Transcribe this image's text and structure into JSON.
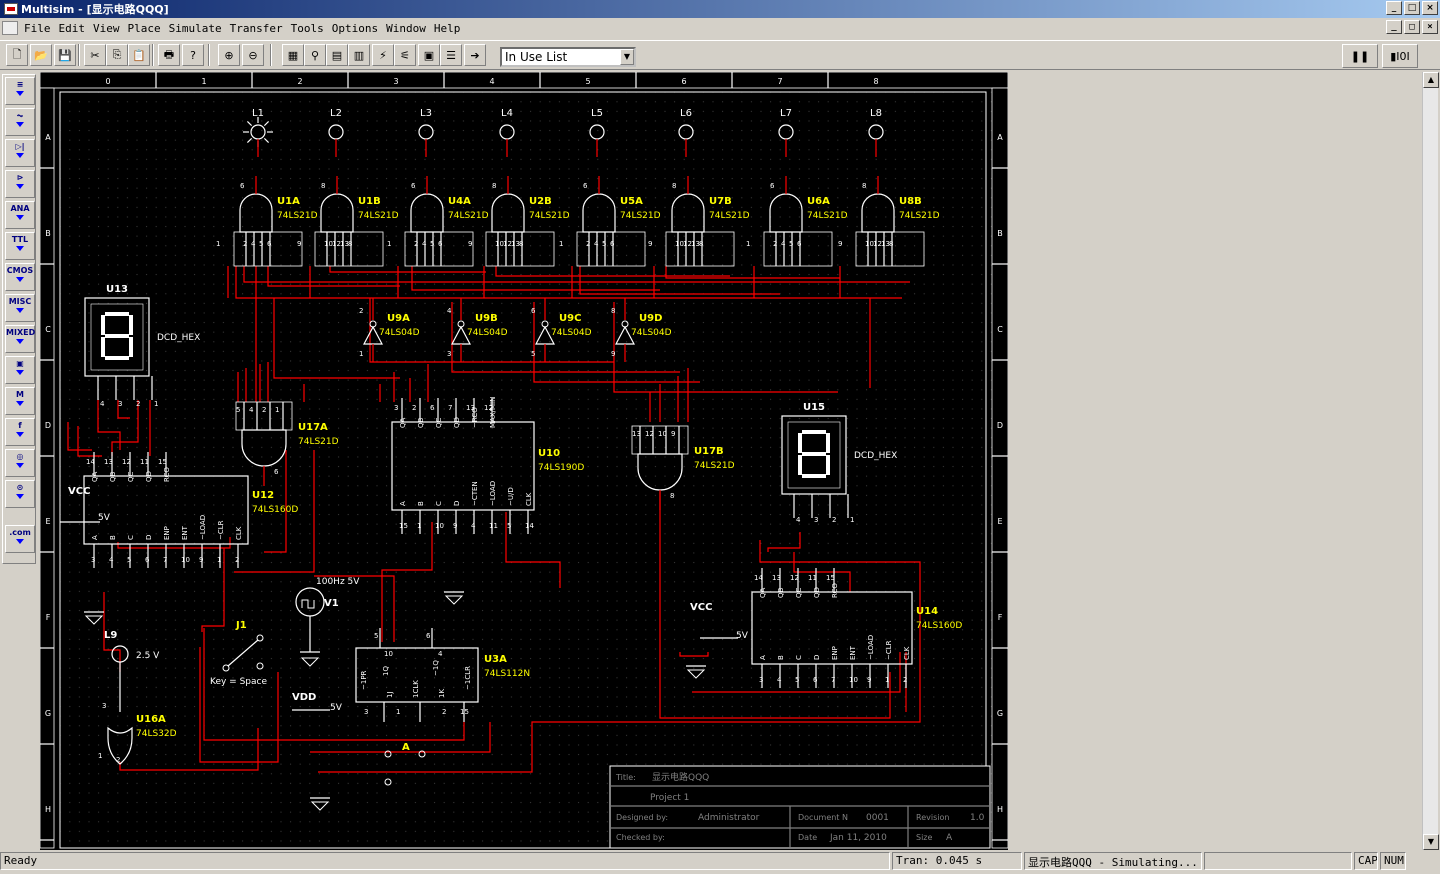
{
  "window": {
    "title": "Multisim - [显示电路QQQ]",
    "controls": {
      "minimize": "_",
      "maximize": "□",
      "close": "×"
    }
  },
  "menu": {
    "items": [
      "File",
      "Edit",
      "View",
      "Place",
      "Simulate",
      "Transfer",
      "Tools",
      "Options",
      "Window",
      "Help"
    ]
  },
  "toolbar": {
    "buttons": [
      {
        "name": "new-icon",
        "glyph": "🗋"
      },
      {
        "name": "open-icon",
        "glyph": "📂"
      },
      {
        "name": "save-icon",
        "glyph": "💾"
      },
      {
        "name": "cut-icon",
        "glyph": "✂"
      },
      {
        "name": "copy-icon",
        "glyph": "⎘"
      },
      {
        "name": "paste-icon",
        "glyph": "📋"
      },
      {
        "name": "print-icon",
        "glyph": "🖶"
      },
      {
        "name": "help-icon",
        "glyph": "?"
      },
      {
        "name": "zoom-in-icon",
        "glyph": "⊕"
      },
      {
        "name": "zoom-out-icon",
        "glyph": "⊖"
      },
      {
        "name": "component-icon",
        "glyph": "▦"
      },
      {
        "name": "analysis-icon",
        "glyph": "⚲"
      },
      {
        "name": "grapher-icon",
        "glyph": "▤"
      },
      {
        "name": "postprocessor-icon",
        "glyph": "▥"
      },
      {
        "name": "wizard-icon",
        "glyph": "⚡"
      },
      {
        "name": "netlist-icon",
        "glyph": "⚟"
      },
      {
        "name": "hierarchy-icon",
        "glyph": "▣"
      },
      {
        "name": "description-icon",
        "glyph": "☰"
      },
      {
        "name": "transfer-icon",
        "glyph": "➔"
      }
    ],
    "in_use_list": "In Use List",
    "pause_button": "❚❚",
    "run_button": "▮I0I"
  },
  "parts_bin": {
    "items": [
      {
        "name": "sources-icon",
        "label": "≡"
      },
      {
        "name": "basic-icon",
        "label": "⏦"
      },
      {
        "name": "diodes-icon",
        "label": "▷|"
      },
      {
        "name": "transistors-icon",
        "label": "⊳"
      },
      {
        "name": "analog-icon",
        "label": "ANA"
      },
      {
        "name": "ttl-icon",
        "label": "TTL"
      },
      {
        "name": "cmos-icon",
        "label": "CMOS"
      },
      {
        "name": "misc-digital-icon",
        "label": "MISC"
      },
      {
        "name": "mixed-icon",
        "label": "MIXED"
      },
      {
        "name": "indicators-icon",
        "label": "▣"
      },
      {
        "name": "misc-icon",
        "label": "M"
      },
      {
        "name": "controls-icon",
        "label": "f"
      },
      {
        "name": "rf-icon",
        "label": "◎"
      },
      {
        "name": "electromech-icon",
        "label": "⊙"
      },
      {
        "name": "instruments-icon",
        "label": ".com"
      }
    ]
  },
  "schematic": {
    "ruler_top": [
      "0",
      "1",
      "2",
      "3",
      "4",
      "5",
      "6",
      "7",
      "8"
    ],
    "ruler_side": [
      "A",
      "B",
      "C",
      "D",
      "E",
      "F",
      "G",
      "H"
    ],
    "lamps": [
      "L1",
      "L2",
      "L3",
      "L4",
      "L5",
      "L6",
      "L7",
      "L8"
    ],
    "and_gates": [
      {
        "ref": "U1A",
        "part": "74LS21D"
      },
      {
        "ref": "U1B",
        "part": "74LS21D"
      },
      {
        "ref": "U4A",
        "part": "74LS21D"
      },
      {
        "ref": "U2B",
        "part": "74LS21D"
      },
      {
        "ref": "U5A",
        "part": "74LS21D"
      },
      {
        "ref": "U7B",
        "part": "74LS21D"
      },
      {
        "ref": "U6A",
        "part": "74LS21D"
      },
      {
        "ref": "U8B",
        "part": "74LS21D"
      }
    ],
    "and_pins_a": [
      "1",
      "2",
      "4",
      "5",
      "6"
    ],
    "and_pins_b": [
      "9",
      "10",
      "12",
      "13",
      "8"
    ],
    "inverters": [
      {
        "ref": "U9A",
        "part": "74LS04D",
        "in": "1",
        "out": "2"
      },
      {
        "ref": "U9B",
        "part": "74LS04D",
        "in": "3",
        "out": "4"
      },
      {
        "ref": "U9C",
        "part": "74LS04D",
        "in": "5",
        "out": "6"
      },
      {
        "ref": "U9D",
        "part": "74LS04D",
        "in": "9",
        "out": "8"
      }
    ],
    "u13": {
      "ref": "U13",
      "label": "DCD_HEX",
      "pins": [
        "4",
        "3",
        "2",
        "1"
      ]
    },
    "u15": {
      "ref": "U15",
      "label": "DCD_HEX",
      "pins": [
        "4",
        "3",
        "2",
        "1"
      ]
    },
    "u17a": {
      "ref": "U17A",
      "part": "74LS21D",
      "pins": [
        "5",
        "4",
        "2",
        "1"
      ],
      "out": "6"
    },
    "u17b": {
      "ref": "U17B",
      "part": "74LS21D",
      "pins": [
        "13",
        "12",
        "10",
        "9"
      ],
      "out": "8"
    },
    "u12": {
      "ref": "U12",
      "part": "74LS160D",
      "top_pins": [
        "14",
        "13",
        "12",
        "11",
        "15"
      ],
      "top_labels": [
        "QA",
        "QB",
        "QC",
        "QD",
        "RCO"
      ],
      "bottom_labels": [
        "A",
        "B",
        "C",
        "D",
        "ENP",
        "ENT",
        "~LOAD",
        "~CLR",
        "CLK"
      ],
      "bottom_pins": [
        "3",
        "4",
        "5",
        "6",
        "7",
        "10",
        "9",
        "1",
        "2"
      ],
      "vcc": "VCC",
      "vcc_val": "5V"
    },
    "u14": {
      "ref": "U14",
      "part": "74LS160D",
      "top_pins": [
        "14",
        "13",
        "12",
        "11",
        "15"
      ],
      "top_labels": [
        "QA",
        "QB",
        "QC",
        "QD",
        "RCO"
      ],
      "bottom_labels": [
        "A",
        "B",
        "C",
        "D",
        "ENP",
        "ENT",
        "~LOAD",
        "~CLR",
        "CLK"
      ],
      "bottom_pins": [
        "3",
        "4",
        "5",
        "6",
        "7",
        "10",
        "9",
        "1",
        "2"
      ],
      "vcc": "VCC",
      "vcc_val": "5V"
    },
    "u10": {
      "ref": "U10",
      "part": "74LS190D",
      "top_pins": [
        "3",
        "2",
        "6",
        "7",
        "13",
        "12"
      ],
      "top_labels": [
        "QA",
        "QB",
        "QC",
        "QD",
        "~RCO",
        "MAX/MIN"
      ],
      "bottom_labels": [
        "A",
        "B",
        "C",
        "D",
        "~CTEN",
        "~LOAD",
        "~U/D",
        "CLK"
      ],
      "bottom_pins": [
        "15",
        "1",
        "10",
        "9",
        "4",
        "11",
        "5",
        "14"
      ]
    },
    "u3a": {
      "ref": "U3A",
      "part": "74LS112N",
      "top_pins": [
        "5",
        "6"
      ],
      "labels": [
        "1Q",
        "~1Q",
        "~1PR",
        "~1CLR",
        "1J",
        "1K",
        "1CLK"
      ],
      "side_pins": [
        "10",
        "4",
        "3",
        "1",
        "2",
        "15"
      ]
    },
    "v1": {
      "ref": "V1",
      "label": "100Hz 5V"
    },
    "j1": {
      "ref": "J1",
      "label": "Key = Space"
    },
    "l9": {
      "ref": "L9",
      "label": "2.5 V"
    },
    "u16a": {
      "ref": "U16A",
      "part": "74LS32D",
      "pins": [
        "3",
        "1",
        "2"
      ]
    },
    "vdd": {
      "label": "VDD",
      "val": "5V"
    },
    "bus_label": "A",
    "title_block": {
      "title_label": "Title:",
      "title_value": "显示电路QQQ",
      "project": "Project 1",
      "designed_label": "Designed by:",
      "designed_value": "Administrator",
      "docn_label": "Document N",
      "docn_value": "0001",
      "rev_label": "Revision",
      "rev_value": "1.0",
      "checked_label": "Checked by:",
      "date_label": "Date",
      "date_value": "Jan 11, 2010",
      "size_label": "Size",
      "size_value": "A"
    }
  },
  "status": {
    "ready": "Ready",
    "tran": "Tran: 0.045 s",
    "sim_status": "显示电路QQQ - Simulating...",
    "cap": "CAP",
    "num": "NUM"
  }
}
